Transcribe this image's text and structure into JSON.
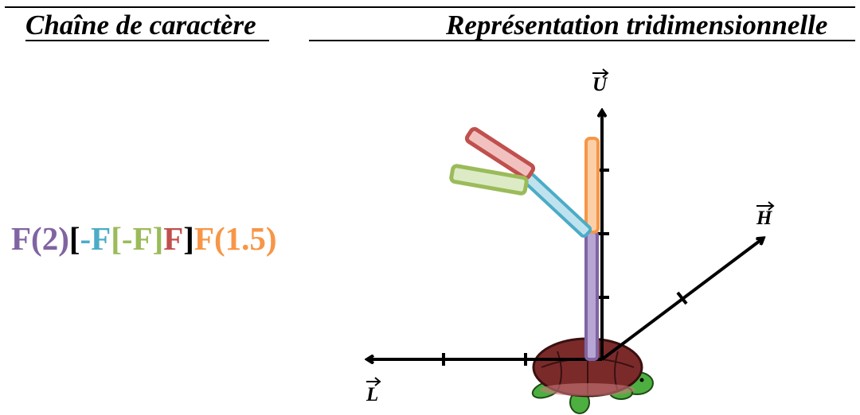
{
  "headings": {
    "left": "Chaîne de caractère",
    "right": "Représentation tridimensionnelle"
  },
  "lsystem": {
    "tokens": [
      {
        "text": "F(2)",
        "color": "#8064a2"
      },
      {
        "text": "[",
        "color": "#000000"
      },
      {
        "text": "-F",
        "color": "#4bacc6"
      },
      {
        "text": "[-F]",
        "color": "#9bbb59"
      },
      {
        "text": "F",
        "color": "#c0504d"
      },
      {
        "text": "]",
        "color": "#000000"
      },
      {
        "text": "F(1.5)",
        "color": "#f79646"
      }
    ]
  },
  "axes": {
    "up_label": "U",
    "heading_label": "H",
    "left_label": "L"
  },
  "segments": {
    "trunk_color": "#8064a2",
    "branch_color": "#4bacc6",
    "sub_branch_color": "#9bbb59",
    "tip_color": "#c0504d",
    "top_color": "#f79646"
  },
  "turtle": {
    "shell_color": "#7b2a2a",
    "skin_color": "#4caf3f"
  }
}
